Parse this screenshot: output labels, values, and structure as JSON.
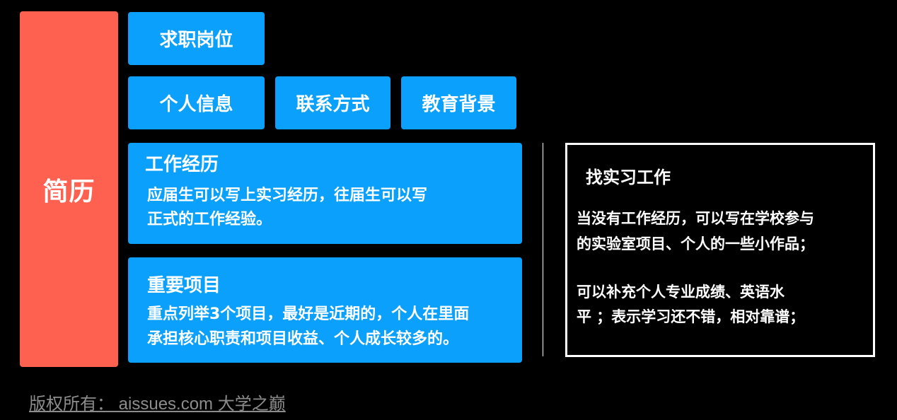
{
  "main_label": "简历",
  "tiles": {
    "job": "求职岗位",
    "info": "个人信息",
    "contact": "联系方式",
    "education": "教育背景"
  },
  "work": {
    "title": "工作经历",
    "lines": [
      "应届生可以写上实习经历，往届生可以写",
      "正式的工作经验。"
    ]
  },
  "projects": {
    "title": "重要项目",
    "lines": [
      "重点列举3个项目，最好是近期的，个人在里面",
      "承担核心职责和项目收益、个人成长较多的。"
    ]
  },
  "sidebar": {
    "title": "找实习工作",
    "lines": [
      "当没有工作经历，可以写在学校参与",
      "的实验室项目、个人的一些小作品；",
      "可以补充个人专业成绩、英语水",
      "平 ；表示学习还不错，相对靠谱；"
    ]
  },
  "footer": "版权所有：  aissues.com 大学之巅",
  "colors": {
    "main_red": "#ff6150",
    "tile_blue": "#0aa0fb",
    "background": "#000000",
    "footer_gray": "#8c8c8c"
  }
}
